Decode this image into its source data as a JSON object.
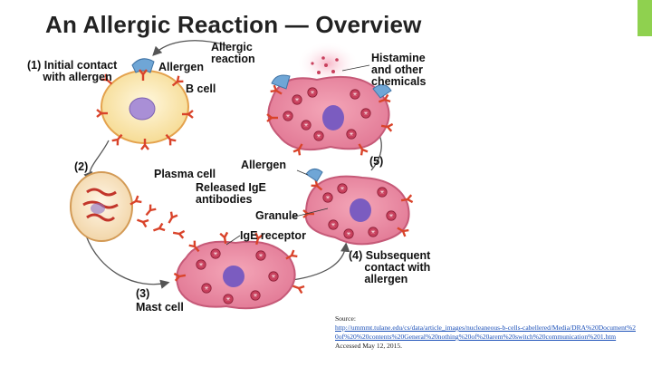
{
  "title": "An Allergic Reaction — Overview",
  "labels": {
    "step1": "(1) Initial contact\n     with allergen",
    "allergen_top": "Allergen",
    "b_cell": "B cell",
    "allergic_reaction": "Allergic\nreaction",
    "histamine": "Histamine\nand other\nchemicals",
    "step2": "(2)",
    "plasma_cell": "Plasma cell",
    "released_ige": "Released IgE\nantibodies",
    "allergen_mid": "Allergen",
    "step5": "(5)",
    "granule": "Granule",
    "ige_receptor": "IgE receptor",
    "step4": "(4) Subsequent\n     contact with\n     allergen",
    "step3": "(3)",
    "mast_cell": "Mast cell"
  },
  "source": {
    "prefix": "Source:",
    "url": "http://ummmt.tulane.edu/cs/data/article_images/nucleaneous-b-cells-cabellered/Media/DRA%20Document%20of%20%20contents%20General%20nothing%20of%20arem%20switch%20communication%201.htm",
    "accessed": "Accessed May 12, 2015."
  },
  "colors": {
    "accent": "#8fd14f",
    "cell_membrane": "#e8a0b0",
    "cell_fill": "#f7c7c9",
    "mast_fill": "#e37f97",
    "nucleus": "#8c6fc0",
    "b_cell_fill": "#fbe9b9",
    "allergen": "#6fa6d6",
    "antibody": "#d9432a"
  }
}
